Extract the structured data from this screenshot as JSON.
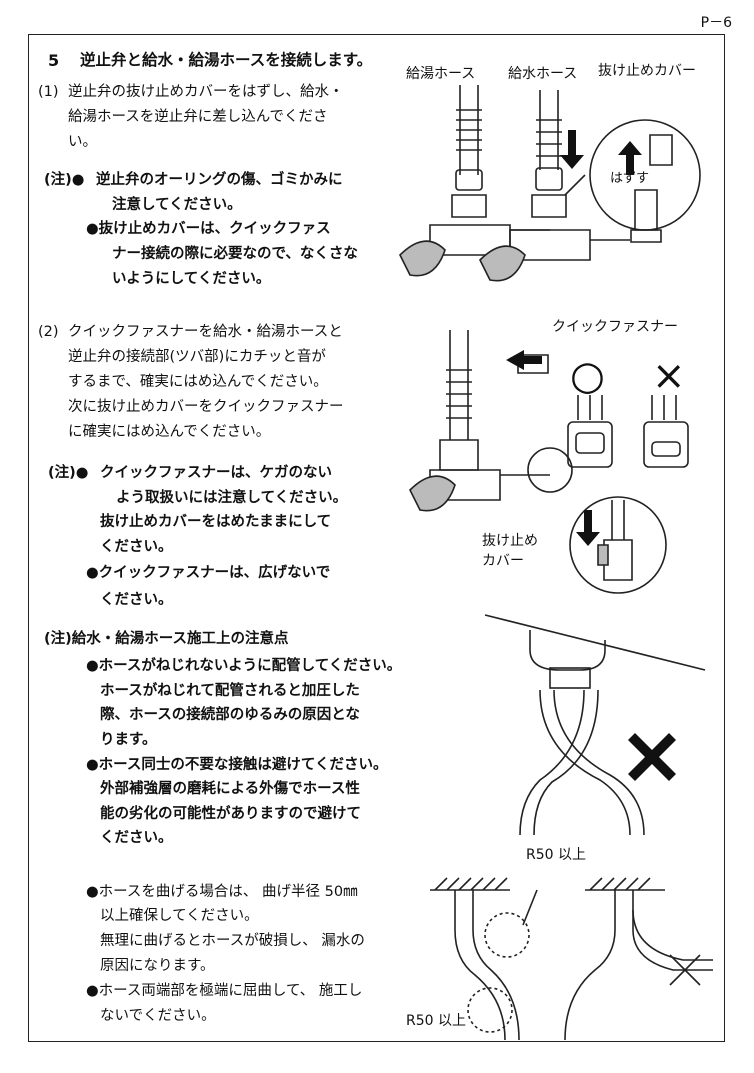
{
  "page_number": "P－6",
  "step": {
    "number": "5",
    "title": "逆止弁と給水・給湯ホースを接続します。"
  },
  "sub1": {
    "marker": "(1)",
    "lines": [
      "逆止弁の抜け止めカバーをはずし、給水・",
      "給湯ホースを逆止弁に差し込んでくださ",
      "い。"
    ]
  },
  "note1": {
    "marker": "(注)●",
    "lines": [
      "逆止弁のオーリングの傷、ゴミかみに",
      "注意してください。",
      "●抜け止めカバーは、クイックファス",
      "ナー接続の際に必要なので、なくさな",
      "いようにしてください。"
    ]
  },
  "sub2": {
    "marker": "(2)",
    "lines": [
      "クイックファスナーを給水・給湯ホースと",
      "逆止弁の接続部(ツバ部)にカチッと音が",
      "するまで、確実にはめ込んでください。",
      "次に抜け止めカバーをクイックファスナー",
      "に確実にはめ込んでください。"
    ]
  },
  "note2": {
    "marker": "(注)●",
    "lines": [
      "クイックファスナーは、ケガのない",
      "よう取扱いには注意してください。",
      "抜け止めカバーをはめたままにして",
      "ください。",
      "●クイックファスナーは、広げないで",
      "ください。"
    ]
  },
  "note3": {
    "title": "(注)給水・給湯ホース施工上の注意点",
    "lines": [
      "●ホースがねじれないように配管してください。",
      "ホースがねじれて配管されると加圧した",
      "際、ホースの接続部のゆるみの原因とな",
      "ります。",
      "●ホース同士の不要な接触は避けてください。",
      "外部補強層の磨耗による外傷でホース性",
      "能の劣化の可能性がありますので避けて",
      "ください。"
    ]
  },
  "note4": {
    "lines": [
      "●ホースを曲げる場合は、 曲げ半径 50㎜",
      "以上確保してください。",
      "無理に曲げるとホースが破損し、 漏水の",
      "原因になります。",
      "●ホース両端部を極端に屈曲して、 施工し",
      "ないでください。"
    ]
  },
  "fig1": {
    "hot_hose_label": "給湯ホース",
    "cold_hose_label": "給水ホース",
    "cover_label": "抜け止めカバー",
    "remove_label": "はずす"
  },
  "fig2": {
    "fastener_label": "クイックファスナー",
    "ok_mark": "○",
    "ng_mark": "×",
    "cover_label_line1": "抜け止め",
    "cover_label_line2": "カバー"
  },
  "fig4": {
    "r50_top": "R50 以上",
    "r50_bottom": "R50 以上"
  }
}
